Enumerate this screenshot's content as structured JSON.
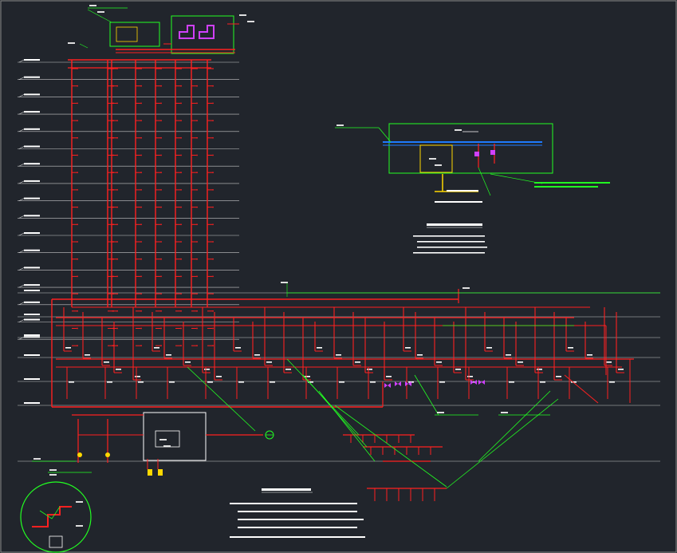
{
  "drawing": {
    "background": "#21252c",
    "colors": {
      "pipe": "#ff2020",
      "floor_line": "#c8c8c8",
      "annotation": "#22ff22",
      "text": "#ffffff",
      "supply_pipe": "#1e7bff",
      "equipment": "#ffd800",
      "valve": "#d040ff"
    },
    "floor_count": 20,
    "riser_count": 8,
    "branch_risers": 30,
    "detail_title_1": "",
    "detail_title_2": "",
    "detail_title_3": "",
    "notes": [],
    "icons": [
      "valve-icon",
      "pump-icon",
      "water-tank-icon",
      "sprinkler-head-icon",
      "detail-callout-icon"
    ]
  }
}
